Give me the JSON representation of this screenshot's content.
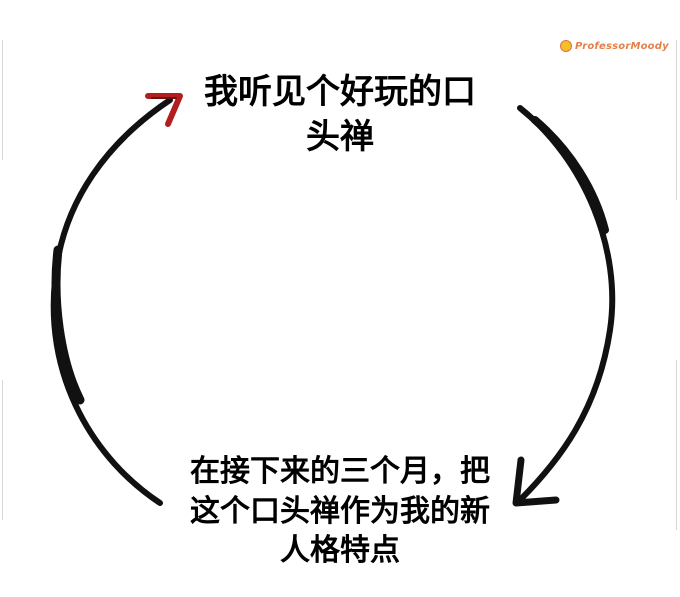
{
  "meme": {
    "top_caption": "我听见个好玩的口\n头禅",
    "bottom_caption": "在接下来的三个月，把\n这个口头禅作为我的新\n人格特点"
  },
  "watermark": {
    "text": "ProfessorMoody"
  },
  "colors": {
    "background": "#ffffff",
    "arrow_stroke": "#111111",
    "arrow_tip_top": "#b21d1d",
    "text": "#000000",
    "watermark": "#e06a2a"
  }
}
